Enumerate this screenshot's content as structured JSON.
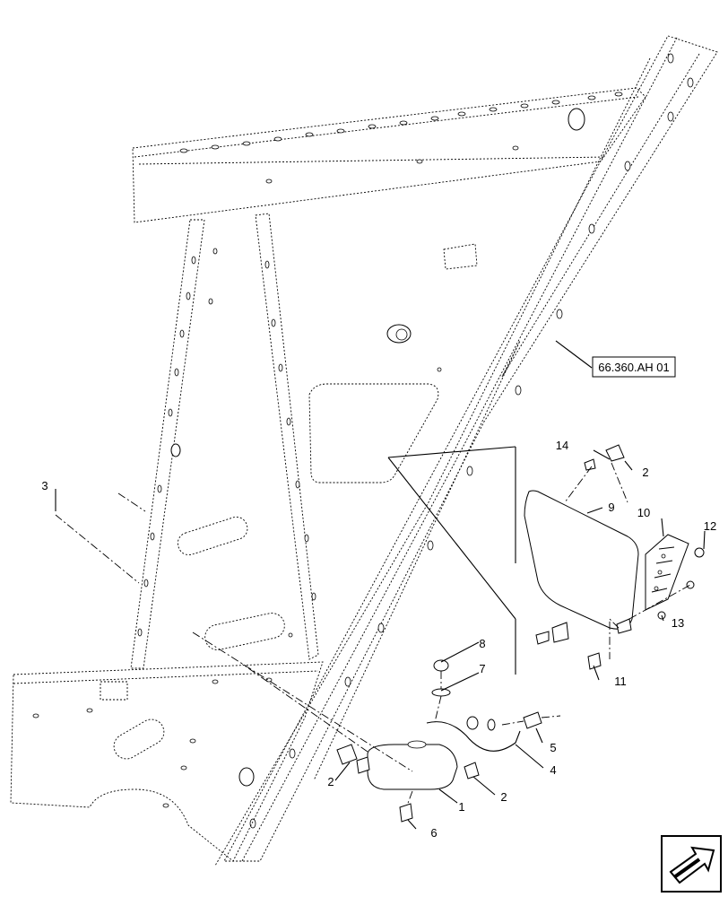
{
  "reference_label": "66.360.AH 01",
  "callouts": [
    {
      "id": "c1",
      "text": "1"
    },
    {
      "id": "c2a",
      "text": "2"
    },
    {
      "id": "c2b",
      "text": "2"
    },
    {
      "id": "c2c",
      "text": "2"
    },
    {
      "id": "c3",
      "text": "3"
    },
    {
      "id": "c4",
      "text": "4"
    },
    {
      "id": "c5",
      "text": "5"
    },
    {
      "id": "c6",
      "text": "6"
    },
    {
      "id": "c7",
      "text": "7"
    },
    {
      "id": "c8",
      "text": "8"
    },
    {
      "id": "c9",
      "text": "9"
    },
    {
      "id": "c10",
      "text": "10"
    },
    {
      "id": "c11",
      "text": "11"
    },
    {
      "id": "c12",
      "text": "12"
    },
    {
      "id": "c13",
      "text": "13"
    },
    {
      "id": "c14",
      "text": "14"
    }
  ],
  "nav_icon": "next-page-arrow-icon"
}
